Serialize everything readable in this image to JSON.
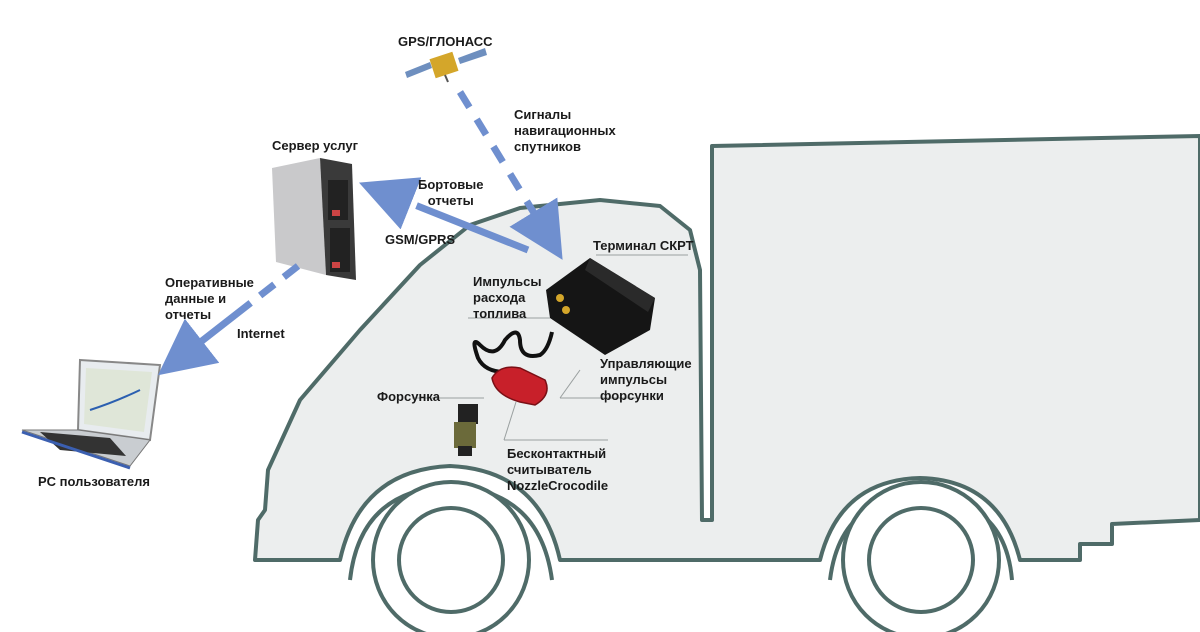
{
  "diagram": {
    "title": "Fleet fuel monitoring system schema",
    "nodes": {
      "satellite": {
        "label": "GPS/ГЛОНАСС"
      },
      "server": {
        "label": "Сервер услуг"
      },
      "pc": {
        "label": "PC пользователя"
      },
      "terminal": {
        "label": "Терминал СКРТ"
      },
      "injector": {
        "label": "Форсунка"
      },
      "reader": {
        "lines": [
          "Бесконтактный",
          "считыватель",
          "NozzleCrocodile"
        ]
      }
    },
    "edges": {
      "nav_signals": {
        "lines": [
          "Сигналы",
          "навигационных",
          "спутников"
        ]
      },
      "onboard_reports": {
        "lines": [
          "Бортовые",
          "отчеты"
        ]
      },
      "gsm": {
        "label": "GSM/GPRS"
      },
      "operational": {
        "lines": [
          "Оперативные",
          "данные и",
          "отчеты"
        ]
      },
      "internet": {
        "label": "Internet"
      },
      "fuel_pulses": {
        "lines": [
          "Импульсы",
          "расхода",
          "топлива"
        ]
      },
      "control_pulses": {
        "lines": [
          "Управляющие",
          "импульсы",
          "форсунки"
        ]
      }
    },
    "colors": {
      "arrow": "#6f8fcf",
      "truck_outline": "#4f6b68",
      "truck_fill": "#eceeee",
      "reader": "#c8202a"
    }
  }
}
